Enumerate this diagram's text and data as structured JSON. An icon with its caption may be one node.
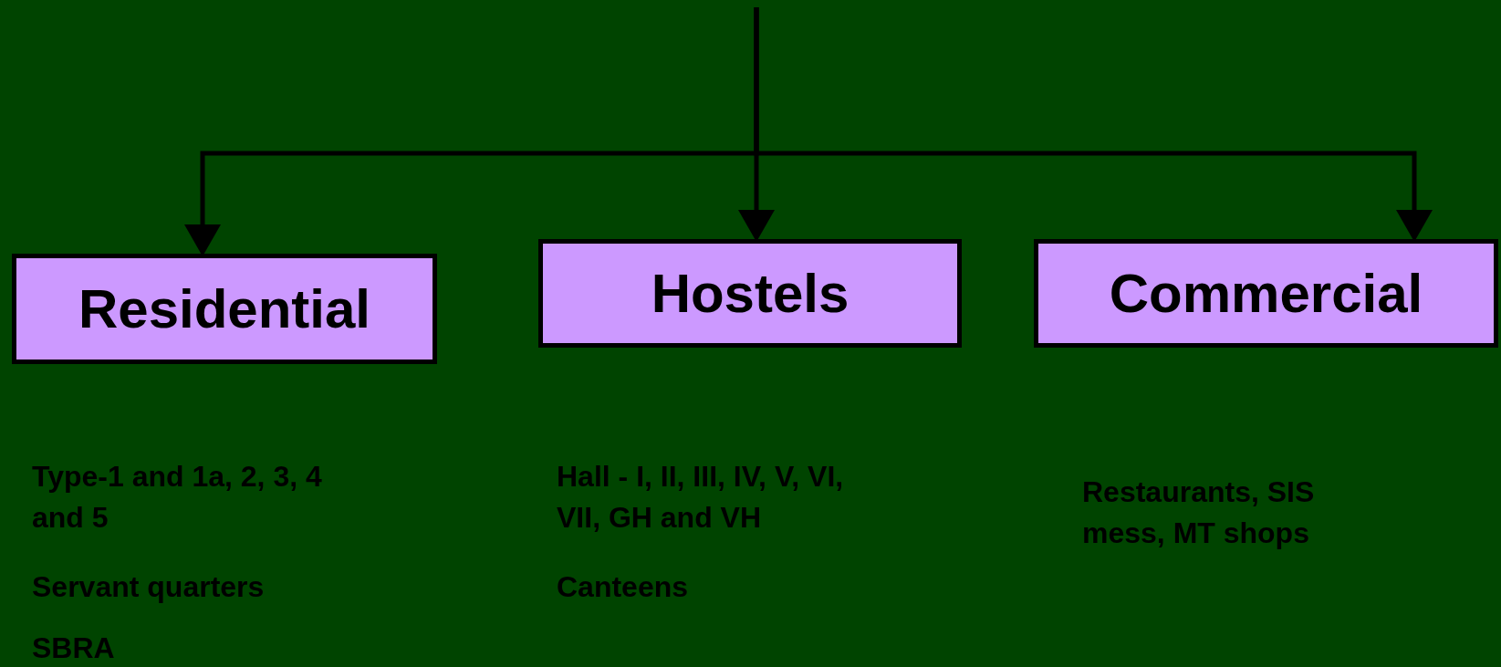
{
  "diagram": {
    "nodes": [
      {
        "text": [
          "Residential"
        ]
      },
      {
        "text": [
          "Hostels"
        ]
      },
      {
        "text": [
          "Commercial"
        ]
      }
    ],
    "edges": [
      {
        "from": null,
        "to": 0,
        "arrow": "to"
      },
      {
        "from": null,
        "to": 1,
        "arrow": "to"
      },
      {
        "from": null,
        "to": 2,
        "arrow": "to"
      }
    ],
    "labels": [
      "Type-1 and 1a, 2, 3, 4 and 5",
      "Servant quarters",
      "SBRA",
      "Hall - I, II, III, IV, V, VI, VII, GH and VH",
      "Canteens",
      "Restaurants, SIS mess, MT shops"
    ]
  }
}
